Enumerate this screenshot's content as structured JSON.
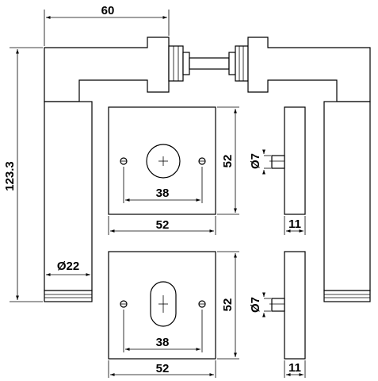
{
  "dimensions": {
    "handle_projection": "60",
    "overall_height": "123.3",
    "handle_diameter": "Ø22",
    "rose_height": "52",
    "rose_width": "52",
    "hole_spacing": "38",
    "spindle_diameter": "Ø7",
    "rose_thickness": "11",
    "escutcheon_height": "52",
    "escutcheon_width": "52",
    "escutcheon_hole_spacing": "38",
    "escutcheon_spindle_diameter": "Ø7",
    "escutcheon_thickness": "11"
  }
}
